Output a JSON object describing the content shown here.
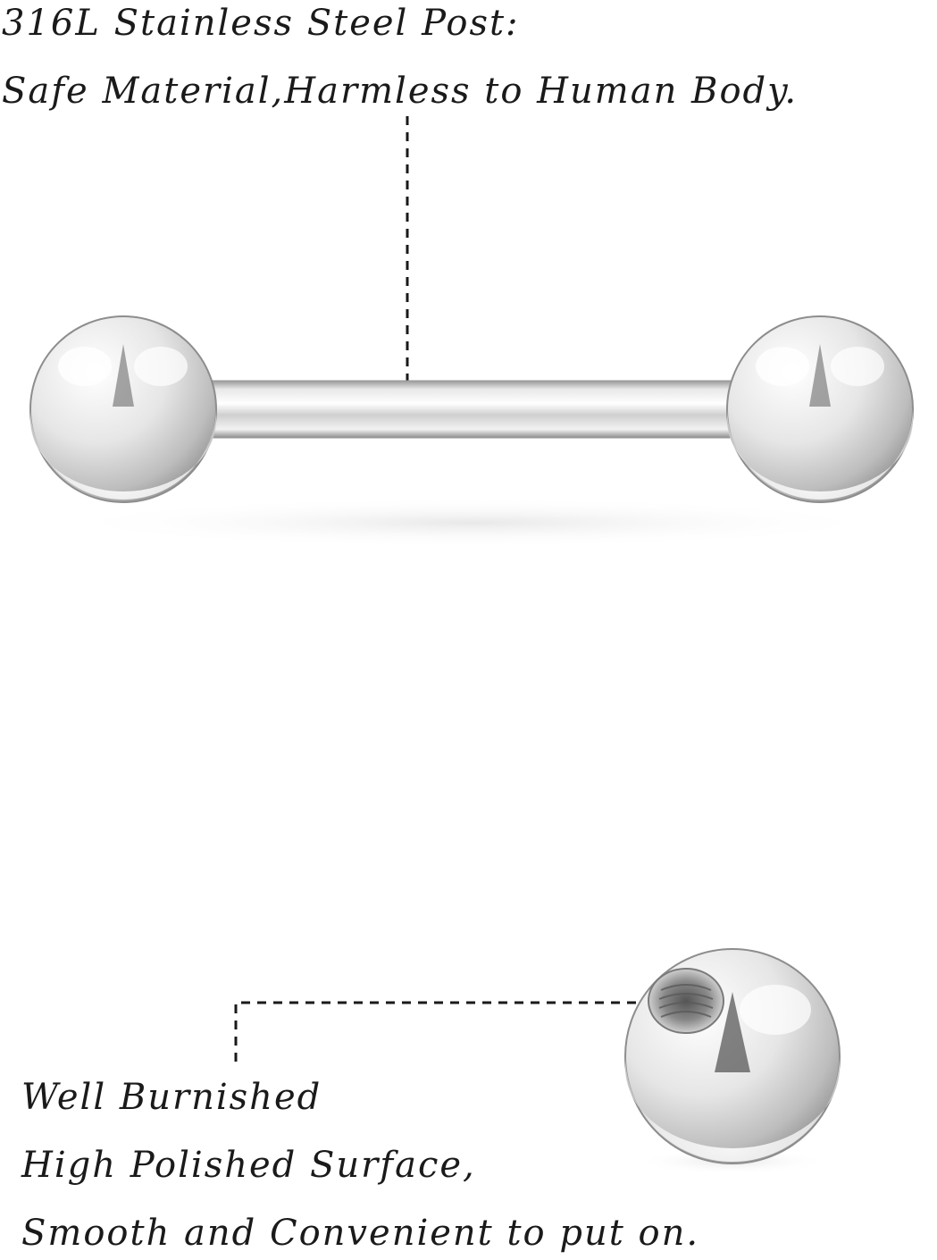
{
  "top_caption": {
    "line_1": "316L Stainless Steel Post:",
    "line_2": "Safe Material,Harmless to Human Body."
  },
  "bottom_caption": {
    "line_1": "Well Burnished",
    "line_2": "High Polished Surface,",
    "line_3": "Smooth and Convenient to put on."
  },
  "colors": {
    "text": "#1a1a1a",
    "background": "#ffffff",
    "steel_light": "#f4f4f4",
    "steel_dark": "#8a8a8a"
  },
  "icons": {
    "barbell": "barbell-piercing-image",
    "ball": "threaded-ball-image"
  }
}
